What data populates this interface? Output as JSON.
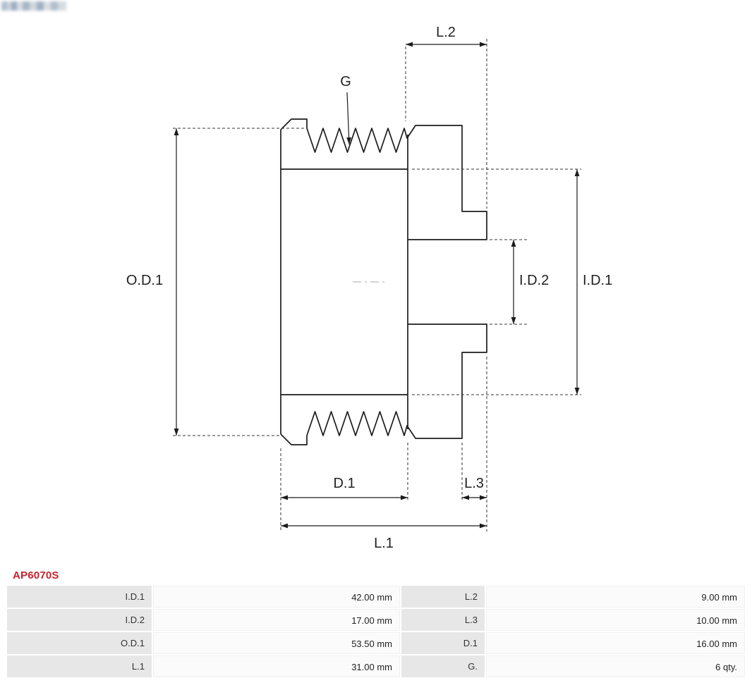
{
  "header": {
    "logo": "censored-pixelated-logo"
  },
  "drawing": {
    "type": "pulley-cross-section-technical-drawing",
    "groove_count": 6,
    "labels": {
      "l2": "L.2",
      "g": "G",
      "od1": "O.D.1",
      "id2": "I.D.2",
      "id1": "I.D.1",
      "d1": "D.1",
      "l3": "L.3",
      "l1": "L.1"
    }
  },
  "part_number": "AP6070S",
  "colors": {
    "accent_red": "#c8232c",
    "line": "#1c1c1c",
    "table_label_bg": "#e7e7e7",
    "table_value_bg": "#fbfbfb"
  },
  "spec_table": {
    "rows": [
      {
        "k1": "I.D.1",
        "v1": "42.00 mm",
        "k2": "L.2",
        "v2": "9.00 mm"
      },
      {
        "k1": "I.D.2",
        "v1": "17.00 mm",
        "k2": "L.3",
        "v2": "10.00 mm"
      },
      {
        "k1": "O.D.1",
        "v1": "53.50 mm",
        "k2": "D.1",
        "v2": "16.00 mm"
      },
      {
        "k1": "L.1",
        "v1": "31.00 mm",
        "k2": "G.",
        "v2": "6 qty."
      }
    ]
  }
}
